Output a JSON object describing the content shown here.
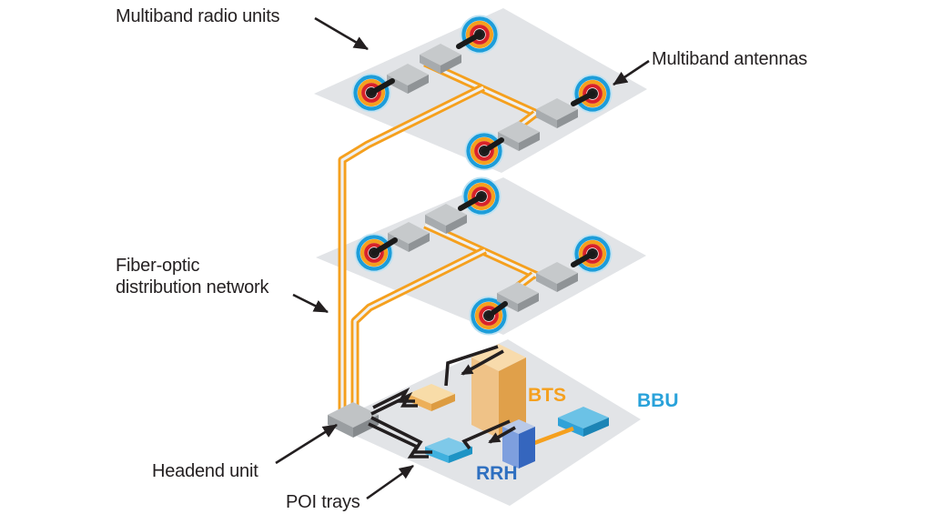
{
  "labels": {
    "multiband_radio_units": "Multiband radio units",
    "multiband_antennas": "Multiband antennas",
    "fiber_optic_line1": "Fiber-optic",
    "fiber_optic_line2": "distribution network",
    "headend_unit": "Headend unit",
    "poi_trays": "POI trays",
    "bts": "BTS",
    "bbu": "BBU",
    "rrh": "RRH"
  },
  "colors": {
    "fiber_orange": "#F5A01E",
    "antenna_ring_blue": "#1D9DD9",
    "antenna_ring_orange": "#F5A01E",
    "antenna_ring_red": "#D8232A",
    "antenna_center_black": "#231F20",
    "cable_black": "#231F20",
    "floor_gray": "#E2E4E7",
    "bts_label_color": "#F5A01E",
    "bbu_label_color": "#29A2DA",
    "rrh_label_color": "#2E6FC0"
  },
  "structure": {
    "floors_count": 3,
    "antennas_per_upper_floor": 4,
    "radio_units_per_upper_floor": 4,
    "equipment_floor_components": [
      "Headend unit",
      "POI trays",
      "BTS",
      "RRH",
      "BBU"
    ]
  }
}
